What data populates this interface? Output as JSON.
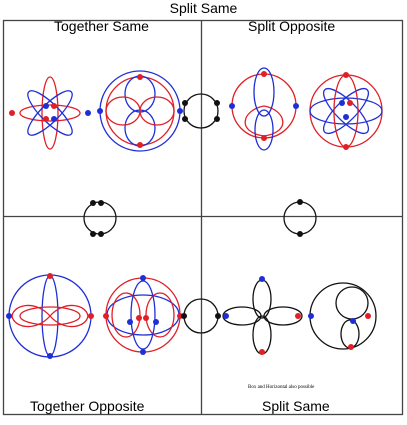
{
  "figure": {
    "title": "Split Same",
    "quadrants": {
      "top_left": "Together Same",
      "top_right": "Split Opposite",
      "bottom_left": "Together Opposite",
      "bottom_right": "Split Same"
    },
    "note": "Box and Horizontal also possible"
  },
  "colors": {
    "red": "#e01f26",
    "blue": "#1f2fd6",
    "black": "#111111",
    "frame": "#444444"
  }
}
